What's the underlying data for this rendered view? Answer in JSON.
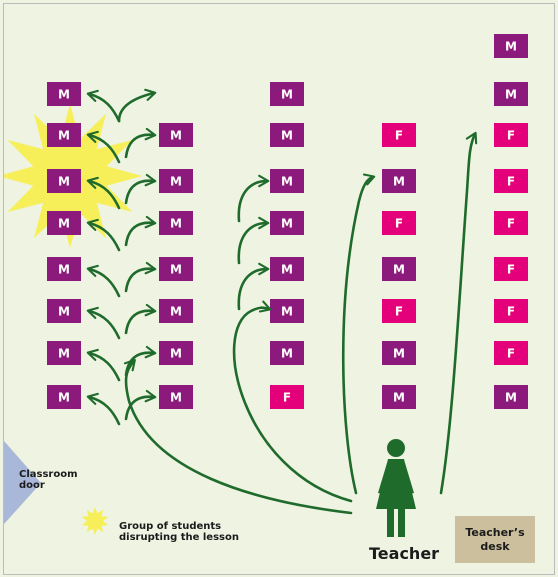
{
  "seat_labels": {
    "male": "M",
    "female": "F"
  },
  "colors": {
    "male": "#8c1a7d",
    "female": "#e3007a",
    "arrow": "#1f6b2b",
    "burst": "#f7ef5a",
    "teacher": "#1f6b2b",
    "door": "#a9b8d8",
    "desk": "#cbbf9d",
    "background": "#eef3e2"
  },
  "seat_columns": [
    {
      "column": 1,
      "rows_from_top": [
        "M",
        "M",
        "M",
        "M",
        "M",
        "M",
        "M",
        "M"
      ]
    },
    {
      "column": 2,
      "rows_from_top": [
        "M",
        "M",
        "M",
        "M",
        "M",
        "M",
        "M"
      ]
    },
    {
      "column": 3,
      "rows_from_top": [
        "M",
        "M",
        "M",
        "M",
        "M",
        "M",
        "M",
        "F"
      ]
    },
    {
      "column": 4,
      "rows_from_top": [
        "F",
        "M",
        "F",
        "M",
        "F",
        "M",
        "M"
      ]
    },
    {
      "column": 5,
      "rows_from_top": [
        "M",
        "M",
        "F",
        "F",
        "F",
        "F",
        "F",
        "F",
        "M"
      ]
    }
  ],
  "labels": {
    "classroom_door": "Classroom\ndoor",
    "legend": "Group of students\ndisrupting the lesson",
    "teacher": "Teacher",
    "teacher_desk": "Teacher’s\ndesk"
  },
  "icons": {
    "burst": "starburst-icon",
    "teacher": "teacher-figure-icon",
    "door": "door-shape"
  }
}
